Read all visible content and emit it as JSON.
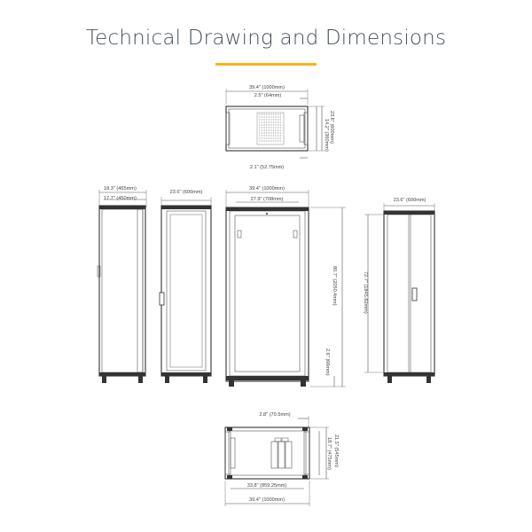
{
  "title": "Technical Drawing and Dimensions",
  "accent_color": "#f5b51c",
  "top_view": {
    "width_label": "39.4\" (1000mm)",
    "offset_label": "2.5\" (64mm)",
    "side_label_1": "14.2\" (360mm)",
    "side_label_2": "23.6\" (600mm)",
    "bottom_label": "2.1\" (52.75mm)"
  },
  "side_view": {
    "label_outer": "18.3\" (465mm)",
    "label_inner": "17.7\" (450mm)"
  },
  "front_view": {
    "width_label": "23.6\" (600mm)"
  },
  "rear_view": {
    "width_label": "39.4\" (1000mm)",
    "inner_label": "27.9\" (708mm)",
    "height_label": "80.7\" (2050.4mm)",
    "foot_label": "2.6\" (66mm)"
  },
  "right_view": {
    "width_label": "23.6\" (600mm)",
    "height_label": "72.7\" (1845.82mm)"
  },
  "bottom_view": {
    "offset_label": "2.8\" (70.5mm)",
    "side_label_1": "18.7\" (475mm)",
    "side_label_2": "21.5\" (545mm)",
    "inner_label": "33.8\" (859.25mm)",
    "width_label": "39.4\" (1000mm)"
  }
}
